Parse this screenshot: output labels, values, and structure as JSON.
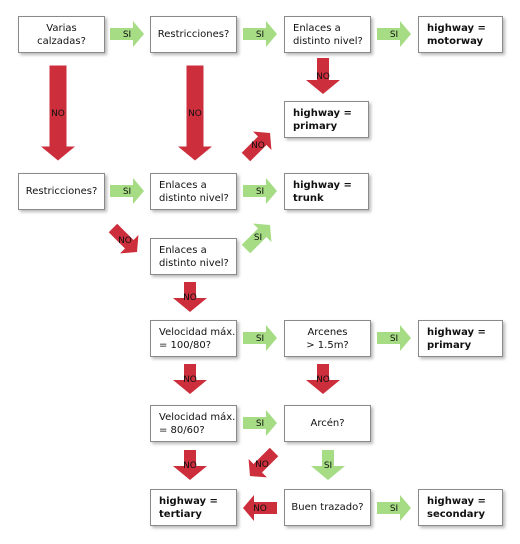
{
  "colors": {
    "yes": "#a6dc84",
    "no": "#cc2e3c"
  },
  "labels": {
    "yes": "SI",
    "no": "NO"
  },
  "nodes": {
    "n1": "Varias\ncalzadas?",
    "n2": "Restricciones?",
    "n3": "Enlaces a\ndistinto nivel?",
    "n4": "highway =\nmotorway",
    "n5": "highway =\nprimary",
    "n6": "Restricciones?",
    "n7": "Enlaces a\ndistinto nivel?",
    "n8": "highway =\ntrunk",
    "n9": "Enlaces a\ndistinto nivel?",
    "n10": "Velocidad máx.\n= 100/80?",
    "n11": "Arcenes\n> 1.5m?",
    "n12": "highway =\nprimary",
    "n13": "Velocidad máx.\n= 80/60?",
    "n14": "Arcén?",
    "n15": "highway =\ntertiary",
    "n16": "Buen trazado?",
    "n17": "highway =\nsecondary"
  }
}
